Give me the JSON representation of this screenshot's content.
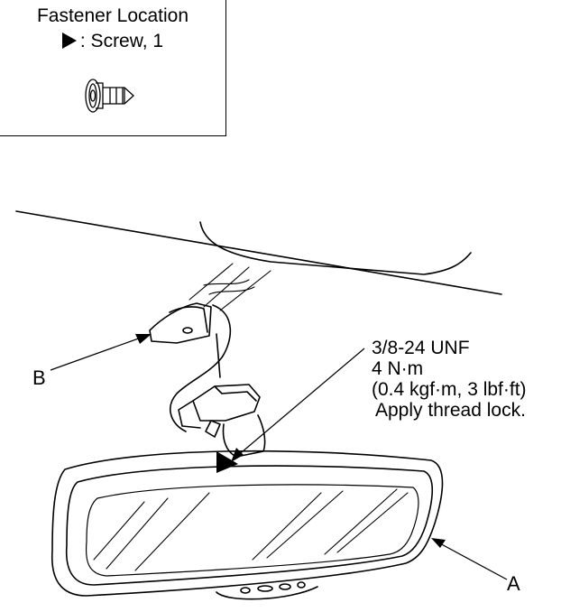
{
  "legend": {
    "title": "Fastener Location",
    "item_label": ": Screw, 1"
  },
  "spec": {
    "thread": "3/8-24 UNF",
    "torque_metric": "4 N·m",
    "torque_alt": "(0.4 kgf·m, 3 lbf·ft)",
    "note": "Apply thread lock."
  },
  "callouts": {
    "a": "A",
    "b": "B"
  },
  "icons": {
    "legend_marker": "filled-triangle-arrow-icon",
    "fastener": "screw-icon"
  }
}
